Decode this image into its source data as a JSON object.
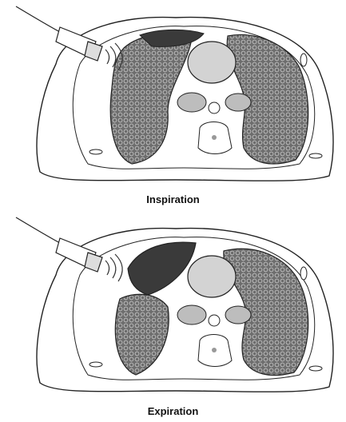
{
  "panels": [
    {
      "caption": "Inspiration",
      "phase": "inspiration"
    },
    {
      "caption": "Expiration",
      "phase": "expiration"
    }
  ],
  "colors": {
    "lung_fill": "#6d6d6d",
    "lung_texture": "#bdbdbd",
    "pleural_effusion": "#3a3a3a",
    "heart": "#cfcfcf",
    "outline": "#222222",
    "skin": "#ffffff"
  },
  "icons": [
    "ultrasound-probe-icon",
    "ultrasound-wave-icon"
  ]
}
